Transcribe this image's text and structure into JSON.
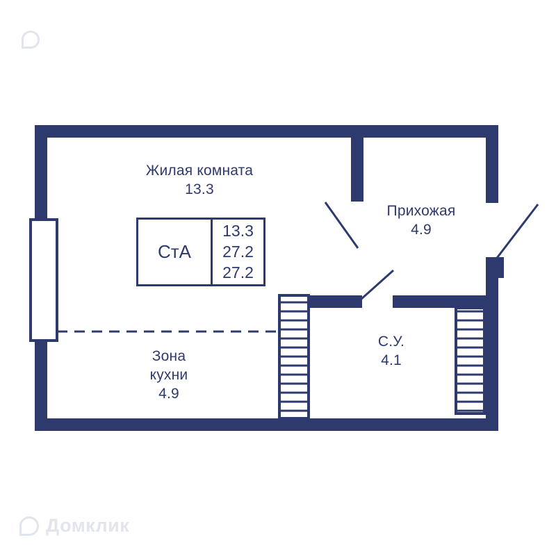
{
  "colors": {
    "wall": "#2e3a6e",
    "watermark": "#e2e4ee"
  },
  "rooms": {
    "living": {
      "name": "Жилая комната",
      "area": "13.3"
    },
    "hallway": {
      "name": "Прихожая",
      "area": "4.9"
    },
    "bathroom": {
      "name": "С.У.",
      "area": "4.1"
    },
    "kitchen": {
      "lines": [
        "Зона",
        "кухни"
      ],
      "area": "4.9"
    }
  },
  "stamp": {
    "label": "СтА",
    "values": [
      "13.3",
      "27.2",
      "27.2"
    ]
  },
  "watermark": {
    "brand": "Домклик",
    "logo": "domclick-house-bubble"
  }
}
